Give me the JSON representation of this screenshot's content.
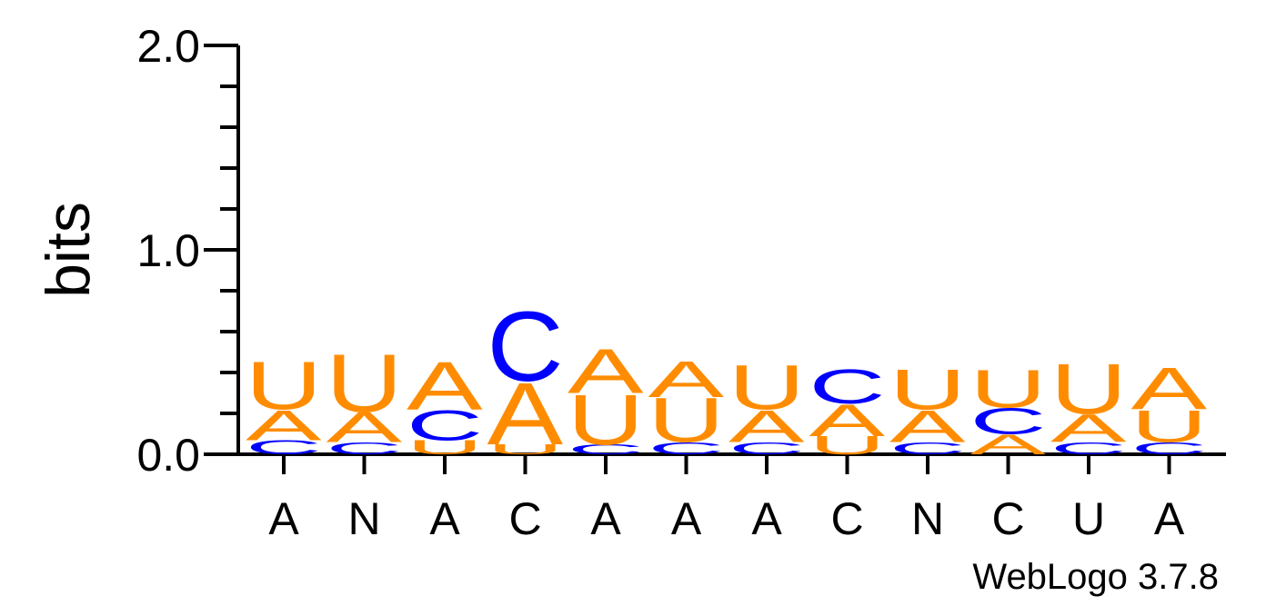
{
  "chart_data": {
    "type": "sequence-logo",
    "ylabel": "bits",
    "ylim": [
      0,
      2
    ],
    "y_ticks": [
      {
        "value": 0,
        "label": "0.0"
      },
      {
        "value": 1,
        "label": "1.0"
      },
      {
        "value": 2,
        "label": "2.0"
      }
    ],
    "colors": {
      "A": "#ff8c00",
      "U": "#ff8c00",
      "C": "#0000ff",
      "G": "#ffa500"
    },
    "positions": [
      {
        "label": "A",
        "stack": [
          {
            "base": "C",
            "bits": 0.07
          },
          {
            "base": "A",
            "bits": 0.15
          },
          {
            "base": "U",
            "bits": 0.24
          }
        ]
      },
      {
        "label": "N",
        "stack": [
          {
            "base": "C",
            "bits": 0.06
          },
          {
            "base": "A",
            "bits": 0.15
          },
          {
            "base": "U",
            "bits": 0.29
          }
        ]
      },
      {
        "label": "A",
        "stack": [
          {
            "base": "U",
            "bits": 0.07
          },
          {
            "base": "C",
            "bits": 0.15
          },
          {
            "base": "A",
            "bits": 0.24
          }
        ]
      },
      {
        "label": "C",
        "stack": [
          {
            "base": "U",
            "bits": 0.05
          },
          {
            "base": "A",
            "bits": 0.31
          },
          {
            "base": "C",
            "bits": 0.35
          }
        ]
      },
      {
        "label": "A",
        "stack": [
          {
            "base": "C",
            "bits": 0.05
          },
          {
            "base": "U",
            "bits": 0.25
          },
          {
            "base": "A",
            "bits": 0.22
          }
        ]
      },
      {
        "label": "A",
        "stack": [
          {
            "base": "C",
            "bits": 0.06
          },
          {
            "base": "U",
            "bits": 0.22
          },
          {
            "base": "A",
            "bits": 0.18
          }
        ]
      },
      {
        "label": "A",
        "stack": [
          {
            "base": "C",
            "bits": 0.06
          },
          {
            "base": "A",
            "bits": 0.16
          },
          {
            "base": "U",
            "bits": 0.22
          }
        ]
      },
      {
        "label": "C",
        "stack": [
          {
            "base": "U",
            "bits": 0.09
          },
          {
            "base": "A",
            "bits": 0.16
          },
          {
            "base": "C",
            "bits": 0.17
          }
        ]
      },
      {
        "label": "N",
        "stack": [
          {
            "base": "C",
            "bits": 0.06
          },
          {
            "base": "A",
            "bits": 0.16
          },
          {
            "base": "U",
            "bits": 0.2
          }
        ]
      },
      {
        "label": "C",
        "stack": [
          {
            "base": "A",
            "bits": 0.1
          },
          {
            "base": "C",
            "bits": 0.13
          },
          {
            "base": "U",
            "bits": 0.19
          }
        ]
      },
      {
        "label": "U",
        "stack": [
          {
            "base": "C",
            "bits": 0.06
          },
          {
            "base": "A",
            "bits": 0.14
          },
          {
            "base": "U",
            "bits": 0.25
          }
        ]
      },
      {
        "label": "A",
        "stack": [
          {
            "base": "C",
            "bits": 0.06
          },
          {
            "base": "U",
            "bits": 0.16
          },
          {
            "base": "A",
            "bits": 0.21
          }
        ]
      }
    ]
  },
  "footer": {
    "credit": "WebLogo 3.7.8"
  }
}
